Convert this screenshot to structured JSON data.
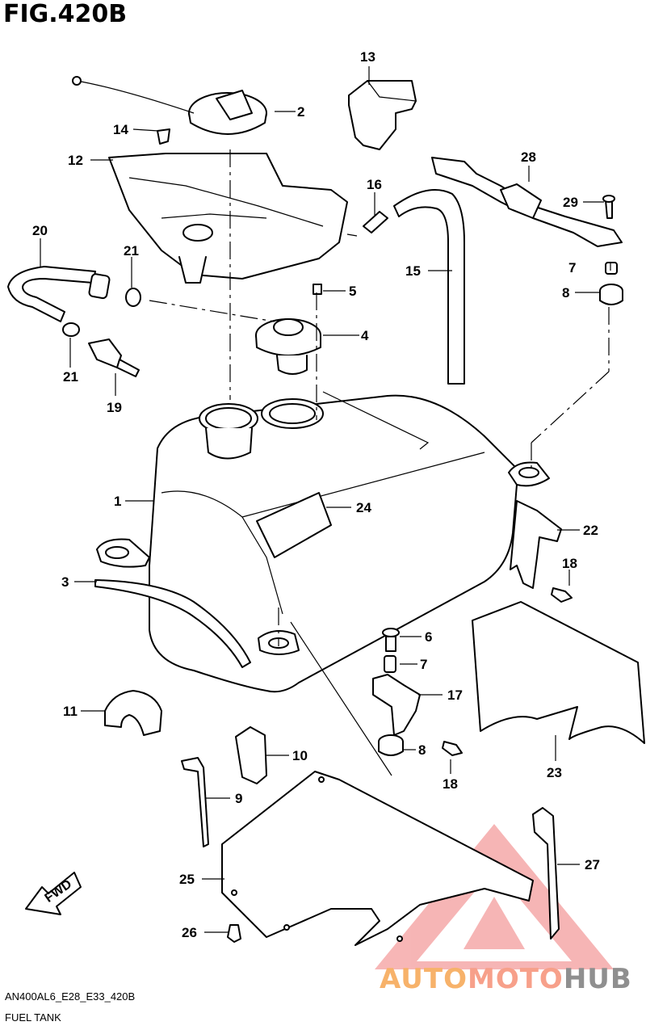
{
  "figure": {
    "title": "FIG.420B",
    "diagram_code": "AN400AL6_E28_E33_420B",
    "caption": "FUEL TANK"
  },
  "callouts": {
    "c1": "1",
    "c2": "2",
    "c3": "3",
    "c4": "4",
    "c5": "5",
    "c6": "6",
    "c7a": "7",
    "c7b": "7",
    "c8a": "8",
    "c8b": "8",
    "c9": "9",
    "c10": "10",
    "c11": "11",
    "c12": "12",
    "c13": "13",
    "c14": "14",
    "c15": "15",
    "c16": "16",
    "c17": "17",
    "c18a": "18",
    "c18b": "18",
    "c19": "19",
    "c20": "20",
    "c21a": "21",
    "c21b": "21",
    "c22": "22",
    "c23": "23",
    "c24": "24",
    "c25": "25",
    "c26": "26",
    "c27": "27",
    "c28": "28",
    "c29": "29"
  },
  "fwd_label": "FWD",
  "watermark": {
    "word1": "AUTO",
    "word2": "MOTO",
    "word3": "HUB",
    "colors": {
      "auto": "#f7b26a",
      "moto": "#f7a08a",
      "hub": "#8f8f8f",
      "triangle": "#f07a7a"
    }
  }
}
